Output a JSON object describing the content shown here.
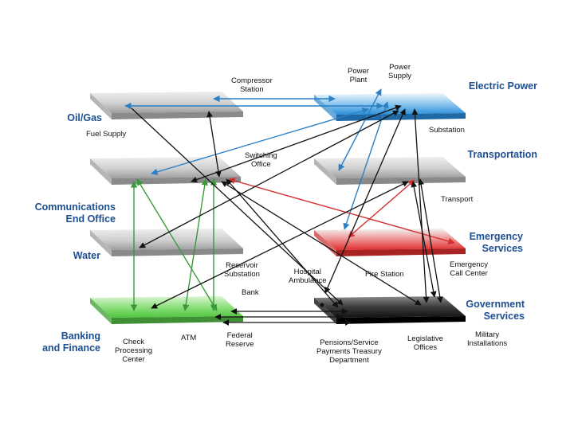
{
  "sectors": {
    "oil_gas": "Oil/Gas",
    "communications": "Communications\nEnd Office",
    "water": "Water",
    "banking": "Banking\nand Finance",
    "electric": "Electric Power",
    "transportation": "Transportation",
    "emergency": "Emergency\nServices",
    "government": "Government\nServices"
  },
  "labels": {
    "compressor": "Compressor\nStation",
    "fuel_supply": "Fuel Supply",
    "switching": "Switching\nOffice",
    "reservoir": "Reservoir\nSubstation",
    "hospital": "Hospital\nAmbulance",
    "bank": "Bank",
    "check": "Check\nProcessing\nCenter",
    "atm": "ATM",
    "federal": "Federal\nReserve",
    "power_plant": "Power\nPlant",
    "power_supply": "Power\nSupply",
    "substation": "Substation",
    "transport": "Transport",
    "emergency_call": "Emergency\nCall Center",
    "fire_station": "Fire Station",
    "pensions": "Pensions/Service\nPayments Treasury\nDepartment",
    "legislative": "Legislative\nOffices",
    "military": "Military\nInstallations"
  },
  "colors": {
    "sector_text": "#1d4f91",
    "blue_links": "#2b7fc4",
    "green_links": "#3a9a3a",
    "red_links": "#d23030",
    "black_links": "#111111",
    "electric_plane": "#3d9de0",
    "emergency_plane": "#e23a3a",
    "banking_plane": "#5fcf4f",
    "government_plane": "#2a2a2a"
  }
}
